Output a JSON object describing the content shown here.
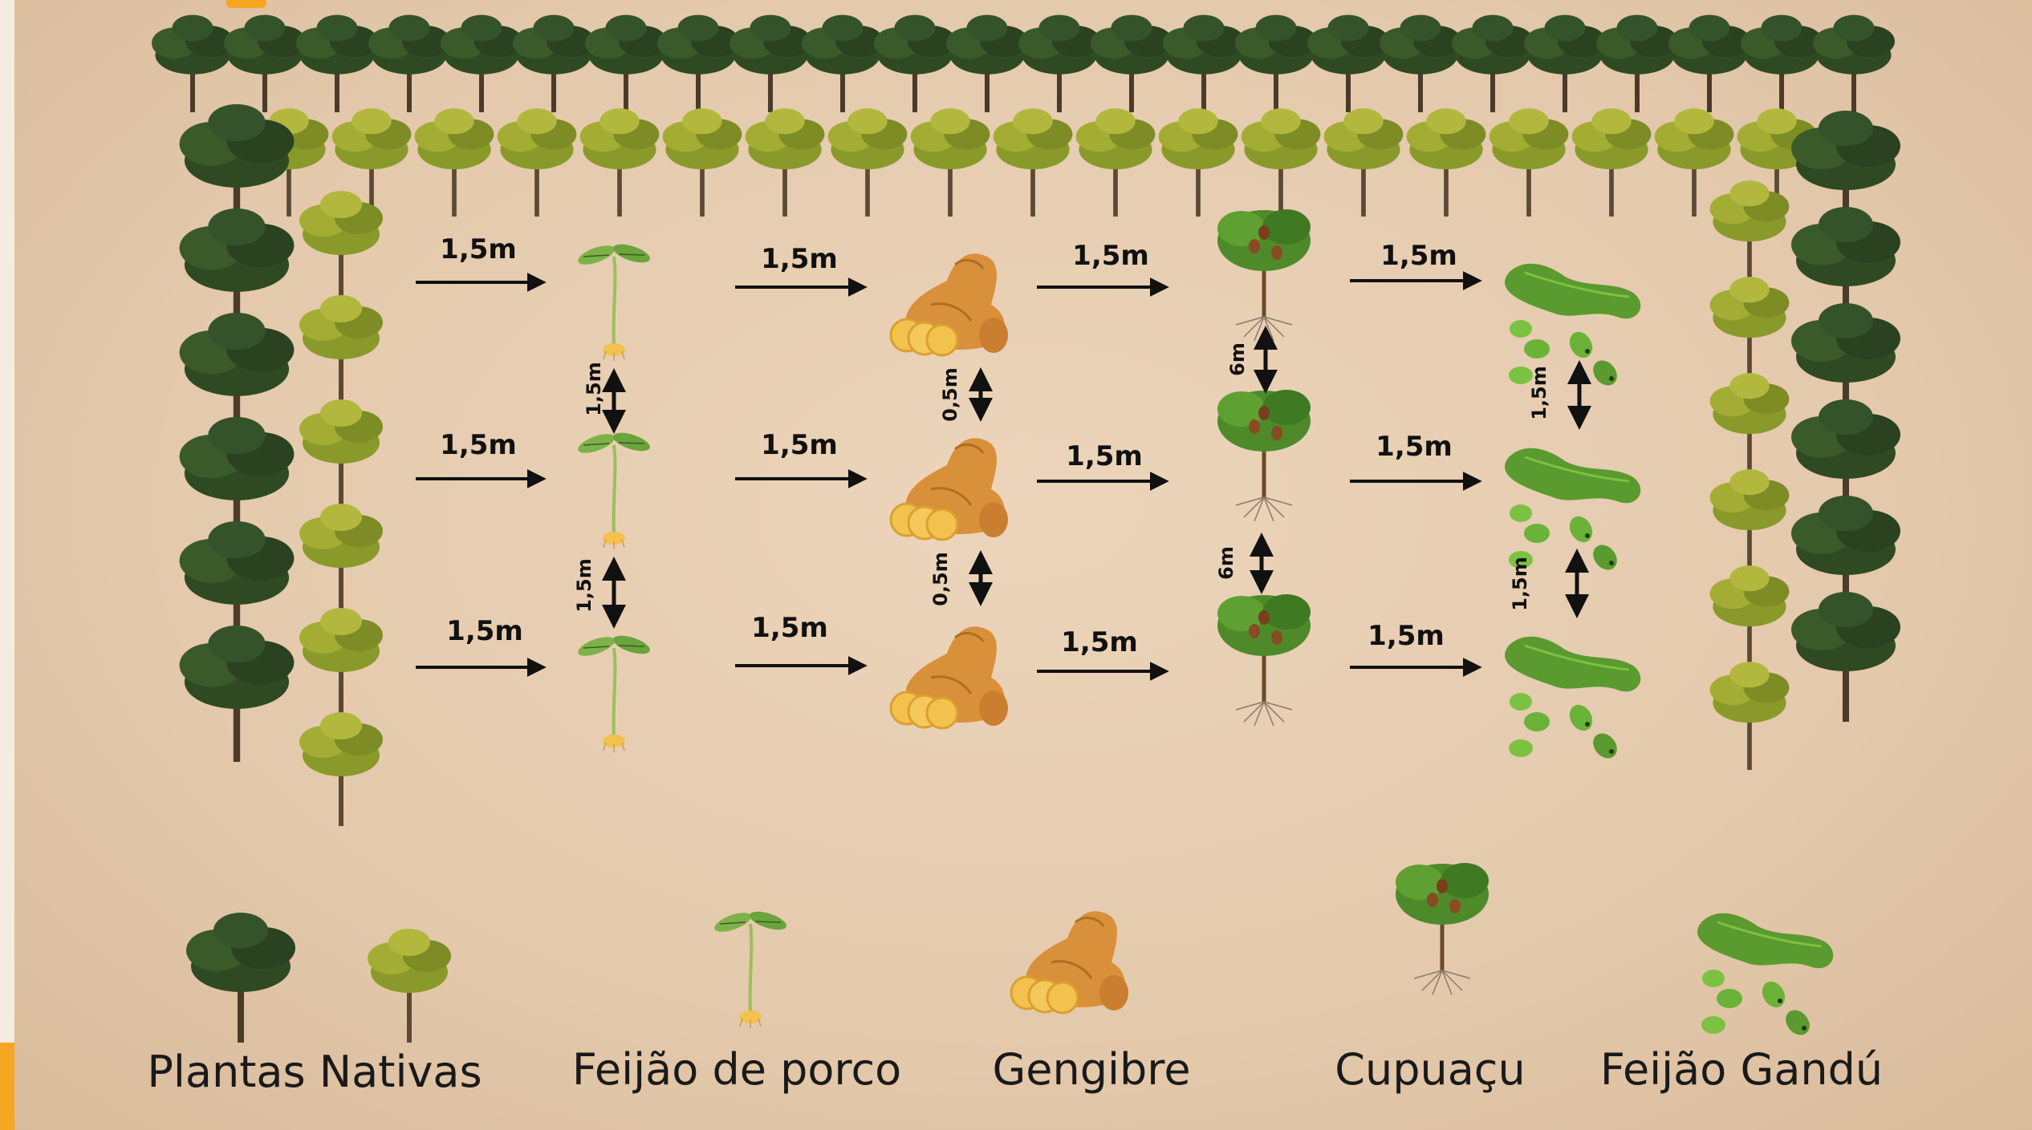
{
  "legend": [
    {
      "label": "Plantas Nativas"
    },
    {
      "label": "Feijão de porco"
    },
    {
      "label": "Gengibre"
    },
    {
      "label": "Cupuaçu"
    },
    {
      "label": "Feijão Gandú"
    }
  ],
  "spacing": {
    "row1": [
      "1,5m",
      "1,5m",
      "1,5m",
      "1,5m"
    ],
    "row2": [
      "1,5m",
      "1,5m",
      "1,5m",
      "1,5m"
    ],
    "row3": [
      "1,5m",
      "1,5m",
      "1,5m",
      "1,5m"
    ],
    "feijao_porco_vertical": [
      "1,5m",
      "1,5m"
    ],
    "gengibre_vertical": [
      "0,5m",
      "0,5m"
    ],
    "cupuacu_vertical": [
      "6m",
      "6m"
    ],
    "feijao_gandu_vertical": [
      "1,5m",
      "1,5m"
    ]
  },
  "colors": {
    "paper": "#e8cfb3",
    "dark_tree": "#2f4a22",
    "light_tree": "#8a9a2a",
    "ginger": "#d9903a",
    "ginger_slice": "#f2c14e",
    "bean_pod": "#5a9a2e",
    "bean_seed": "#7cc242",
    "accent": "#f5a623"
  }
}
